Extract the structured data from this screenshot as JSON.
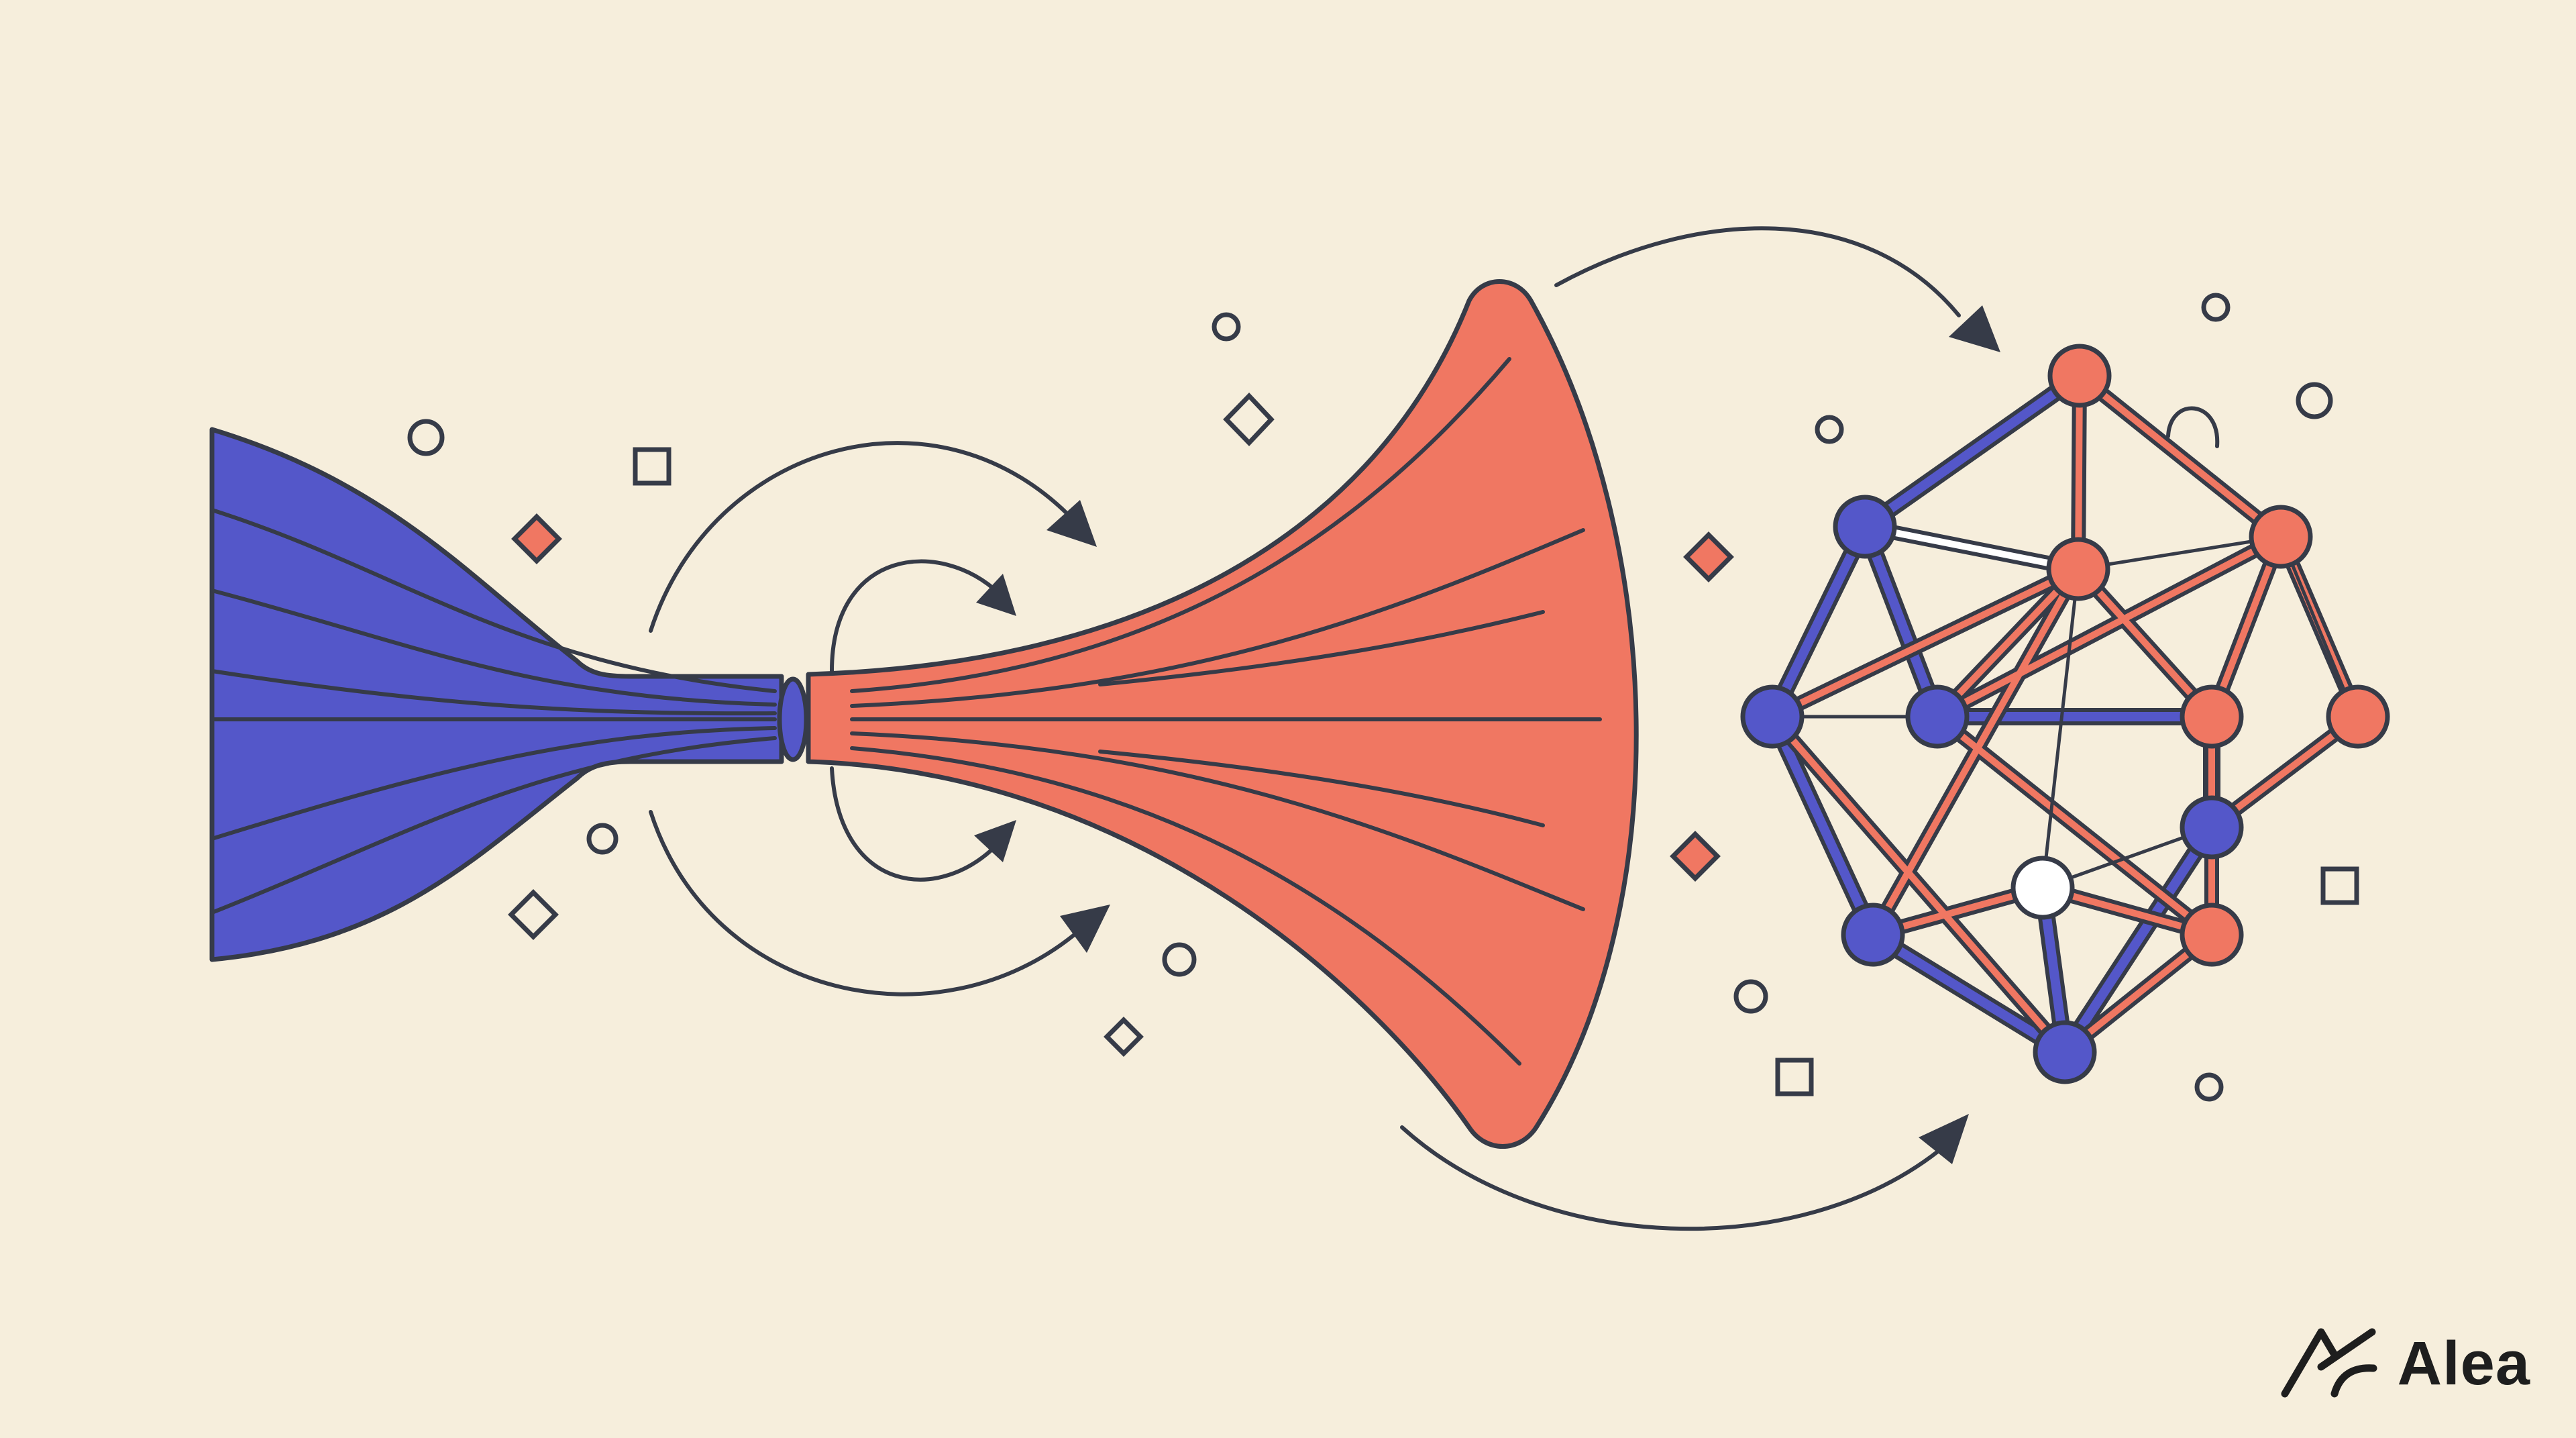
{
  "brand": {
    "name": "Alea",
    "logo_icon": "alea-logo-mark"
  },
  "colors": {
    "background": "#F6EEDC",
    "compressed_region": "#5457C9",
    "expanded_region": "#F07762",
    "outline": "#363B48",
    "hollow_node": "#FFFFFF"
  },
  "diagram": {
    "stages": [
      "compressed-funnel",
      "expanded-fan",
      "node-graph"
    ],
    "graph": {
      "node_colors": [
        "blue",
        "red",
        "red",
        "blue",
        "red",
        "blue",
        "red",
        "red",
        "blue",
        "white",
        "blue",
        "red",
        "blue"
      ],
      "node_count": 13
    },
    "decorations": [
      "circle",
      "square",
      "diamond"
    ]
  }
}
